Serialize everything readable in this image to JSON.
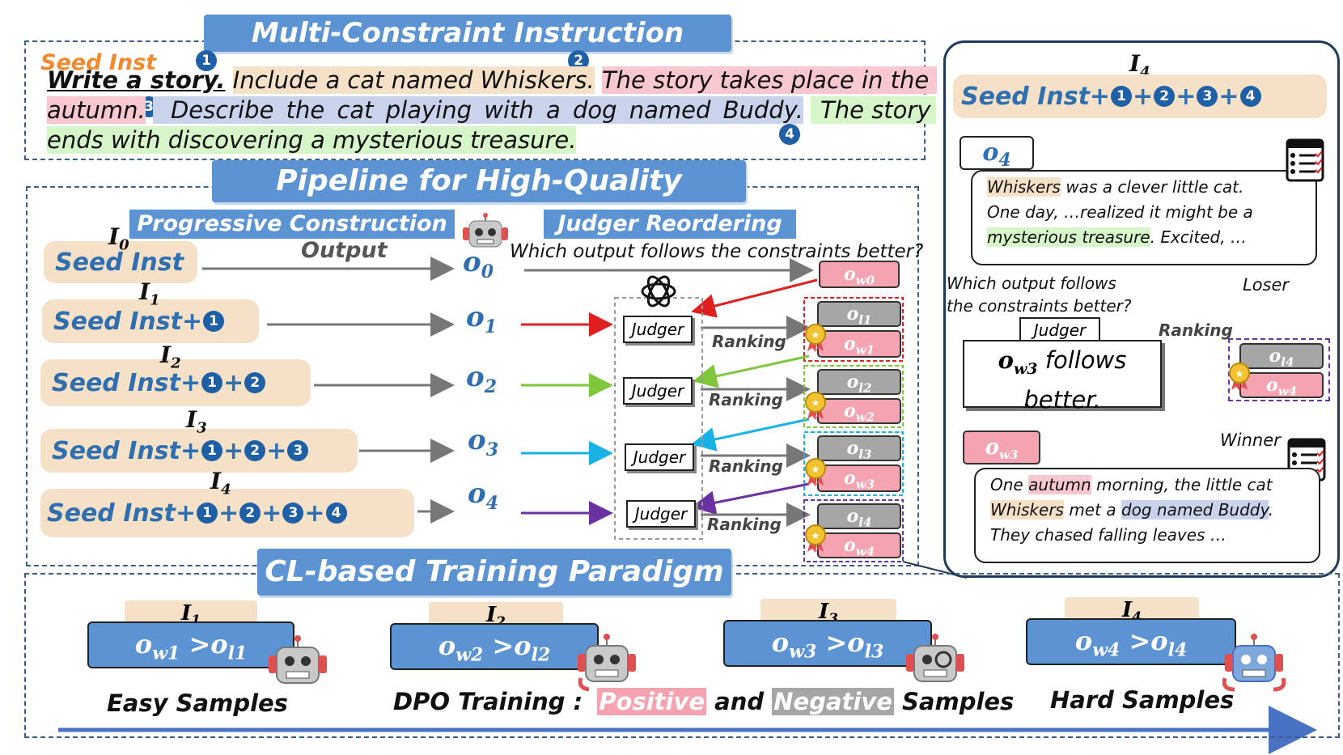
{
  "sections": {
    "top_title": "Multi-Constraint Instruction",
    "pipeline_title": "Pipeline for High-Quality Outputs",
    "cl_title": "CL-based Training Paradigm"
  },
  "instruction": {
    "seed_label": "Seed Inst",
    "write": "Write a story.",
    "c1": "Include a cat named Whiskers.",
    "c2a": "The story takes place in the",
    "c2b": "autumn.",
    "c3": "Describe the cat playing with a dog named Buddy.",
    "c4a": "The story",
    "c4b": "ends with discovering a mysterious treasure.",
    "markers": [
      "1",
      "2",
      "3",
      "4"
    ]
  },
  "pipeline": {
    "progressive_label": "Progressive Construction",
    "judger_label": "Judger Reordering",
    "output_label": "Output",
    "question": "Which output follows the constraints better?",
    "seed_text": "Seed Inst",
    "rows": [
      {
        "i_main": "I",
        "i_sub": "0",
        "o_main": "o",
        "o_sub": "0"
      },
      {
        "i_main": "I",
        "i_sub": "1",
        "o_main": "o",
        "o_sub": "1"
      },
      {
        "i_main": "I",
        "i_sub": "2",
        "o_main": "o",
        "o_sub": "2"
      },
      {
        "i_main": "I",
        "i_sub": "3",
        "o_main": "o",
        "o_sub": "3"
      },
      {
        "i_main": "I",
        "i_sub": "4",
        "o_main": "o",
        "o_sub": "4"
      }
    ],
    "judger_text": "Judger",
    "ranking_text": "Ranking",
    "w0_main": "o",
    "w0_sub": "w0",
    "pairs": [
      {
        "l_sub": "l1",
        "w_sub": "w1"
      },
      {
        "l_sub": "l2",
        "w_sub": "w2"
      },
      {
        "l_sub": "l3",
        "w_sub": "w3"
      },
      {
        "l_sub": "l4",
        "w_sub": "w4"
      }
    ]
  },
  "zoom": {
    "i_main": "I",
    "i_sub": "4",
    "seed_text": "Seed Inst+",
    "o4_sub": "4",
    "o4_card": {
      "a": "Whiskers",
      "b": " was a clever little cat.",
      "c": "One day, …realized it might be a",
      "d": "mysterious treasure",
      "e": ". Excited, …"
    },
    "question_a": "Which output follows",
    "question_b": "the constraints better?",
    "judger_text": "Judger",
    "verdict_main": "o",
    "verdict_sub": "w3",
    "verdict_a": " follows",
    "verdict_b": "better.",
    "ranking_text": "Ranking",
    "loser": "Loser",
    "winner": "Winner",
    "ow3_sub": "w3",
    "l4_sub": "l4",
    "w4_sub": "w4",
    "o3_card": {
      "a": "One ",
      "b": "autumn",
      "c": " morning, the little cat",
      "d": "Whiskers",
      "e": " met a ",
      "f": "dog named Buddy",
      "g": ".",
      "h": "They chased falling leaves …"
    }
  },
  "training": {
    "stages": [
      {
        "i_sub": "1",
        "w_sub": "w1",
        "l_sub": "l1"
      },
      {
        "i_sub": "2",
        "w_sub": "w2",
        "l_sub": "l2"
      },
      {
        "i_sub": "3",
        "w_sub": "w3",
        "l_sub": "l3"
      },
      {
        "i_sub": "4",
        "w_sub": "w4",
        "l_sub": "l4"
      }
    ],
    "easy": "Easy Samples",
    "dpo": "DPO Training :",
    "positive": "Positive",
    "and": "and",
    "negative": "Negative",
    "samples": "Samples",
    "hard": "Hard Samples"
  },
  "colors": {
    "banner": "#5b93d3",
    "seed_bg": "#f4e1c7",
    "marker": "#1f5fa6",
    "positive": "#f5a3b0",
    "negative": "#a6a6a6",
    "arrow_red": "#e02020",
    "arrow_green": "#7ec63a",
    "arrow_cyan": "#19b2e6",
    "arrow_purple": "#6a32a0"
  }
}
